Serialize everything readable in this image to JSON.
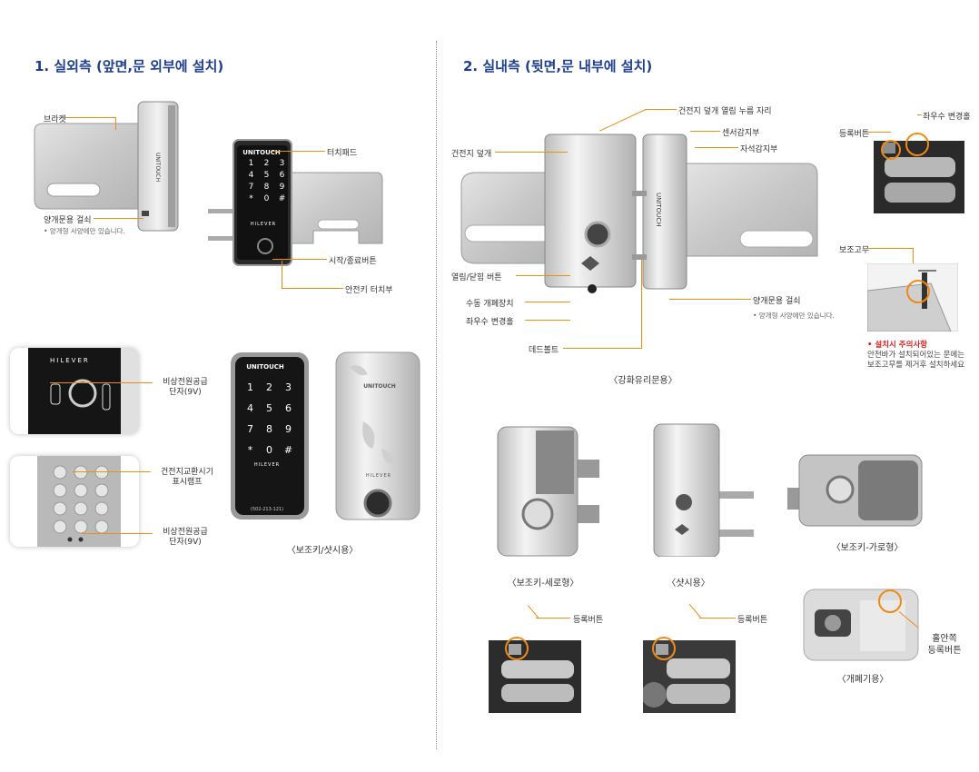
{
  "left": {
    "heading": "1. 실외측 (앞면,문 외부에 설치)",
    "labels": {
      "bracket": "브라켓",
      "double_hook": "양개문용 걸쇠",
      "double_hook_note": "• 양개형 사양에만 있습니다.",
      "touchpad": "터치패드",
      "start_end_button": "시작/종료버튼",
      "safe_key_touch": "안전키 터치부",
      "emergency_power_1": "비상전원공급\n단자(9V)",
      "battery_lamp": "건전지교환시기\n표시램프",
      "emergency_power_2": "비상전원공급\n단자(9V)"
    },
    "caption": "〈보조키/샷시용〉"
  },
  "right": {
    "heading": "2. 실내측 (뒷면,문 내부에 설치)",
    "labels": {
      "battery_cover_open": "건전지 덮개 열림 누름 자리",
      "battery_cover": "건전지 덮개",
      "sensor": "센서감지부",
      "magnet_sensor": "자석감지부",
      "open_close_button": "열림/닫힘 버튼",
      "manual_lock": "수동 개폐장치",
      "lr_hole": "좌우수 변경홀",
      "double_hook": "양개문용 걸쇠",
      "double_hook_note": "• 양개형 사양에만 있습니다.",
      "deadbolt": "데드볼트",
      "reg_button": "등록버튼",
      "lr_hole_top": "좌우수 변경홀",
      "aux_rubber": "보조고무",
      "warning_title": "• 설치시 주의사항",
      "warning_text": "안전바가 설치되어있는 문에는\n보조고무를 제거후 설치하세요",
      "reg_button_2": "등록버튼",
      "reg_button_3": "등록버튼",
      "hole_reg_button": "홀안쪽\n등록버튼"
    },
    "captions": {
      "glass": "〈강화유리문용〉",
      "aux_vertical": "〈보조키-세로형〉",
      "sash": "〈샷시용〉",
      "aux_horizontal": "〈보조키-가로형〉",
      "opener": "〈개폐기용〉"
    }
  },
  "device_text": {
    "brand": "UNITOUCH",
    "maker": "HILEVER",
    "keys": [
      "1",
      "2",
      "3",
      "4",
      "5",
      "6",
      "7",
      "8",
      "9",
      "*",
      "0",
      "#"
    ],
    "phone": "(502-213-121)",
    "side_brand": "UNITOUCH"
  },
  "colors": {
    "heading": "#1e3f8c",
    "leader": "#e8900f",
    "warning": "#e02020"
  }
}
